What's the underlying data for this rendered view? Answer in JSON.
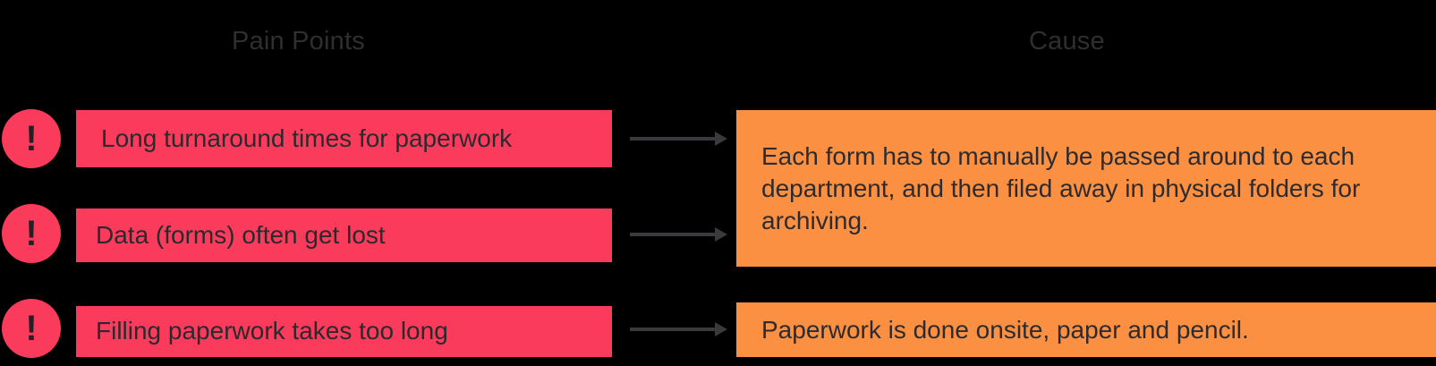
{
  "diagram": {
    "title_row": {
      "pain_points_header": "Pain Points",
      "cause_header": "Cause"
    },
    "colors": {
      "background": "#000000",
      "pain_point_fill": "#fb3b5b",
      "cause_fill": "#fb9042",
      "text_dark": "#2a2a2e",
      "header_text": "#2f2f30",
      "arrow": "#3a3a3c"
    },
    "alert_icon_glyph": "!",
    "rows": [
      {
        "badge": "alert-icon",
        "pain_point": "Long turnaround times for paperwork",
        "connector": "arrow-right-icon"
      },
      {
        "badge": "alert-icon",
        "pain_point": "Data (forms) often get lost",
        "connector": "arrow-right-icon"
      },
      {
        "badge": "alert-icon",
        "pain_point": "Filling paperwork takes too long",
        "connector": "arrow-right-icon"
      }
    ],
    "causes": [
      "Each form has to manually be passed around to each department, and then filed away in physical folders for archiving.",
      "Paperwork is done onsite, paper and pencil."
    ]
  }
}
